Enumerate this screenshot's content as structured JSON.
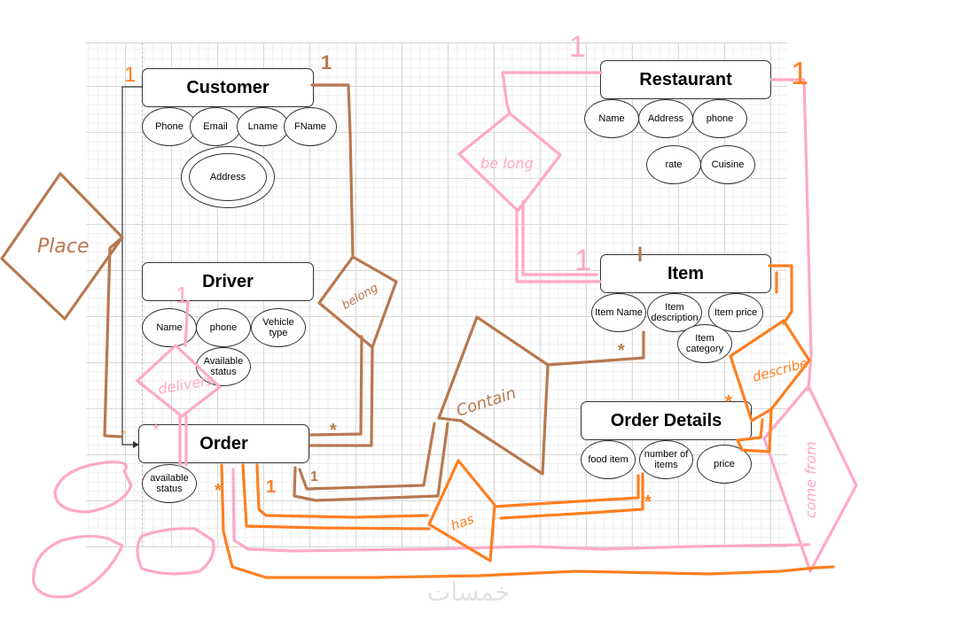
{
  "diagram": {
    "type": "er-diagram",
    "entities": [
      {
        "id": "customer",
        "label": "Customer",
        "attributes": [
          "Phone",
          "Email",
          "Lname",
          "FName"
        ],
        "multivalued": [
          "Address"
        ]
      },
      {
        "id": "restaurant",
        "label": "Restaurant",
        "attributes": [
          "Name",
          "Address",
          "phone",
          "rate",
          "Cuisine"
        ]
      },
      {
        "id": "driver",
        "label": "Driver",
        "attributes": [
          "Name",
          "phone",
          "Vehicle type",
          "Available status"
        ]
      },
      {
        "id": "item",
        "label": "Item",
        "attributes": [
          "Item Name",
          "Item description",
          "Item price",
          "Item category"
        ]
      },
      {
        "id": "order",
        "label": "Order",
        "attributes": [
          "available status"
        ]
      },
      {
        "id": "order_details",
        "label": "Order Details",
        "attributes": [
          "food item",
          "number of items",
          "price"
        ]
      }
    ],
    "relationships": [
      {
        "label": "Place",
        "between": [
          "Customer",
          "Order"
        ],
        "cardinality": [
          "1",
          "*"
        ],
        "color": "#b87850"
      },
      {
        "label": "belong",
        "between": [
          "Customer",
          "Order"
        ],
        "cardinality": [
          "1",
          "*"
        ],
        "color": "#b87850"
      },
      {
        "label": "belong",
        "between": [
          "Restaurant",
          "Item"
        ],
        "cardinality": [
          "1",
          "1"
        ],
        "color": "#ffa8c8"
      },
      {
        "label": "delivers",
        "between": [
          "Driver",
          "Order"
        ],
        "cardinality": [
          "1",
          "*"
        ],
        "color": "#ffa8c8"
      },
      {
        "label": "Contain",
        "between": [
          "Order",
          "Item"
        ],
        "cardinality": [
          "1",
          "*"
        ],
        "color": "#b87850"
      },
      {
        "label": "has",
        "between": [
          "Order",
          "Order Details"
        ],
        "cardinality": [
          "1",
          "*"
        ],
        "color": "#ff7f20"
      },
      {
        "label": "describe",
        "between": [
          "Item",
          "Order Details"
        ],
        "cardinality": [
          "1",
          "*"
        ],
        "color": "#ff7f20"
      },
      {
        "label": "come from",
        "between": [
          "Restaurant",
          "Order"
        ],
        "cardinality": [
          "1",
          "*"
        ],
        "color": "#ffa8c8"
      }
    ]
  },
  "entities": {
    "customer": {
      "label": "Customer",
      "attrs": {
        "phone": "Phone",
        "email": "Email",
        "lname": "Lname",
        "fname": "FName",
        "address": "Address"
      }
    },
    "restaurant": {
      "label": "Restaurant",
      "attrs": {
        "name": "Name",
        "address": "Address",
        "phone": "phone",
        "rate": "rate",
        "cuisine": "Cuisine"
      }
    },
    "driver": {
      "label": "Driver",
      "attrs": {
        "name": "Name",
        "phone": "phone",
        "vehicle_type": "Vehicle type",
        "available_status": "Available status"
      }
    },
    "item": {
      "label": "Item",
      "attrs": {
        "name": "Item Name",
        "description": "Item description",
        "price": "Item price",
        "category": "Item category"
      }
    },
    "order": {
      "label": "Order",
      "attrs": {
        "available_status": "available status"
      }
    },
    "order_details": {
      "label": "Order Details",
      "attrs": {
        "food_item": "food item",
        "number_of_items": "number of items",
        "price": "price"
      }
    }
  },
  "annotations": {
    "place": "Place",
    "belong_brown": "belong",
    "belong_pink": "be long",
    "delivers": "delivers",
    "contain": "Contain",
    "has": "has",
    "describe": "describe",
    "come_from": "come from",
    "one": "1",
    "many": "*"
  },
  "watermark": "خمسات"
}
